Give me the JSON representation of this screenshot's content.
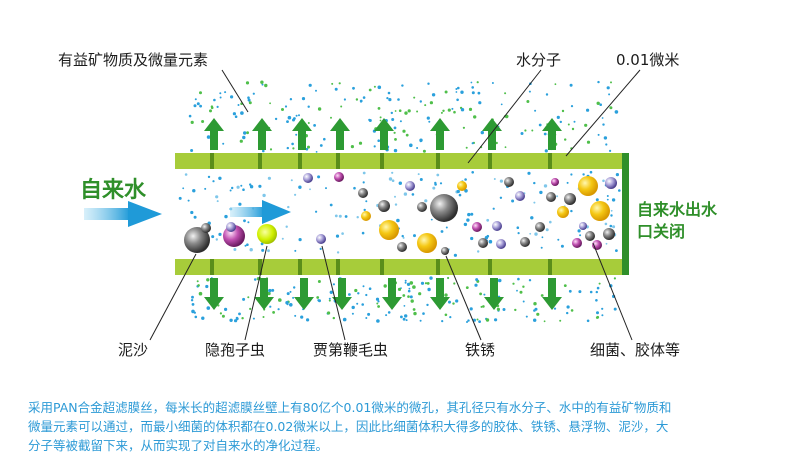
{
  "labels": {
    "minerals": "有益矿物质及微量元素",
    "water_molecule": "水分子",
    "pore_size": "0.01微米",
    "tap_water": "自来水",
    "outlet_closed_line1": "自来水出水",
    "outlet_closed_line2": "口关闭",
    "sediment": "泥沙",
    "cryptosporidium": "隐孢子虫",
    "giardia": "贾第鞭毛虫",
    "rust": "铁锈",
    "bacteria_colloids": "细菌、胶体等"
  },
  "caption": {
    "line1": "采用PAN合金超滤膜丝，每米长的超滤膜丝壁上有80亿个0.01微米的微孔，其孔径只有水分子、水中的有益矿物质和",
    "line2": "微量元素可以通过，而最小细菌的体积都在0.02微米以上，因此比细菌体积大得多的胶体、铁锈、悬浮物、泥沙，大",
    "line3": "分子等被截留下来，从而实现了对自来水的净化过程。"
  },
  "colors": {
    "membrane": "#a7cc3a",
    "end_wall": "#2f8f2a",
    "arrow_green": "#2d9a33",
    "arrow_blue": "#2aa0dc",
    "label_text": "#1c1c1c",
    "caption_text": "#2d9ad6",
    "particle_gray": "#777777",
    "particle_purple": "#a8a0d8",
    "particle_magenta": "#c050b0",
    "particle_yellow": "#f0c010",
    "particle_lime": "#d0f000"
  }
}
